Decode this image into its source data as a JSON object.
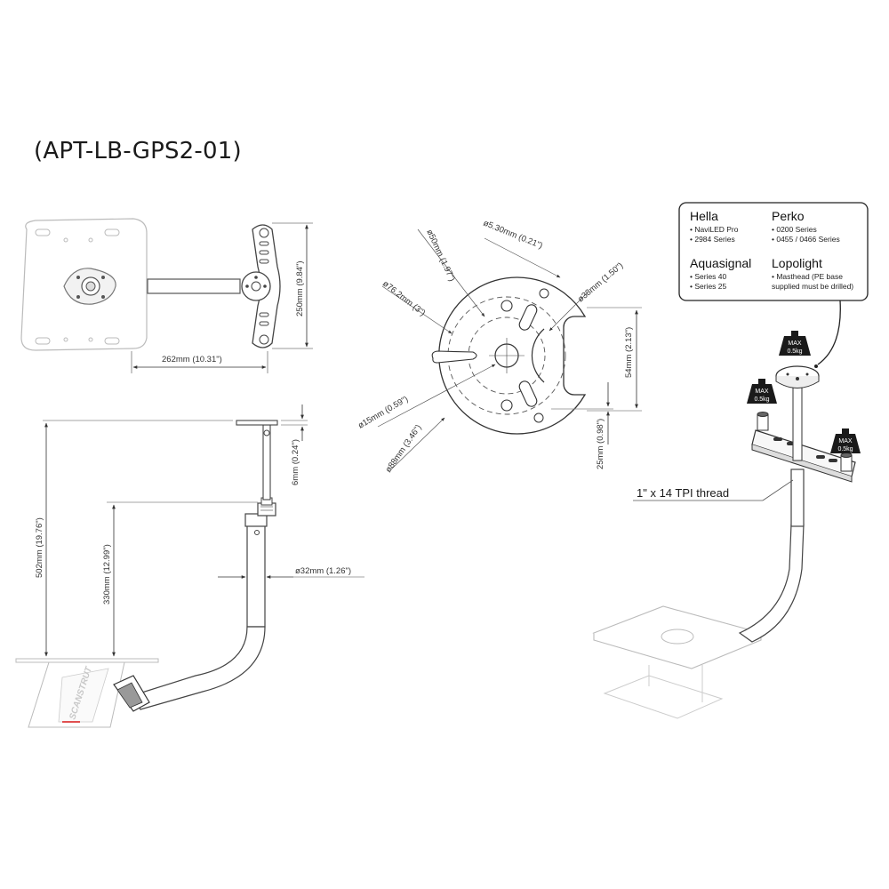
{
  "title": "(APT-LB-GPS2-01)",
  "top_view": {
    "dim_width": "262mm (10.31\")",
    "dim_height": "250mm (9.84\")"
  },
  "side_view": {
    "dim_total_height": "502mm (19.76\")",
    "dim_upper_height": "330mm (12.99\")",
    "dim_plate_thickness": "6mm (0.24\")",
    "dim_tube_diameter": "ø32mm (1.26\")",
    "logo_text": "SCANSTRUT"
  },
  "plate_detail": {
    "dim_slot": "ø5.30mm (0.21\")",
    "dim_inner_circle": "ø50mm (1.97\")",
    "dim_bolt_circle": "ø76.2mm (3\")",
    "dim_cutout": "ø38mm (1.50\")",
    "dim_cutout_height": "54mm (2.13\")",
    "dim_center_hole": "ø15mm (0.59\")",
    "dim_outer": "ø88mm (3.46\")",
    "dim_offset": "25mm (0.98\")"
  },
  "compatibility": {
    "brands": [
      {
        "name": "Hella",
        "models": [
          "• NaviLED Pro",
          "• 2984 Series"
        ]
      },
      {
        "name": "Perko",
        "models": [
          "• 0200 Series",
          "• 0455 / 0466 Series"
        ]
      },
      {
        "name": "Aquasignal",
        "models": [
          "• Series 40",
          "• Series 25"
        ]
      },
      {
        "name": "Lopolight",
        "models": [
          "• Masthead (PE base",
          "supplied must be drilled)"
        ]
      }
    ]
  },
  "iso_view": {
    "thread_label": "1\" x 14 TPI thread",
    "weights": [
      {
        "line1": "MAX",
        "line2": "0.5kg"
      },
      {
        "line1": "MAX",
        "line2": "0.5kg"
      },
      {
        "line1": "MAX",
        "line2": "0.5kg"
      }
    ]
  }
}
